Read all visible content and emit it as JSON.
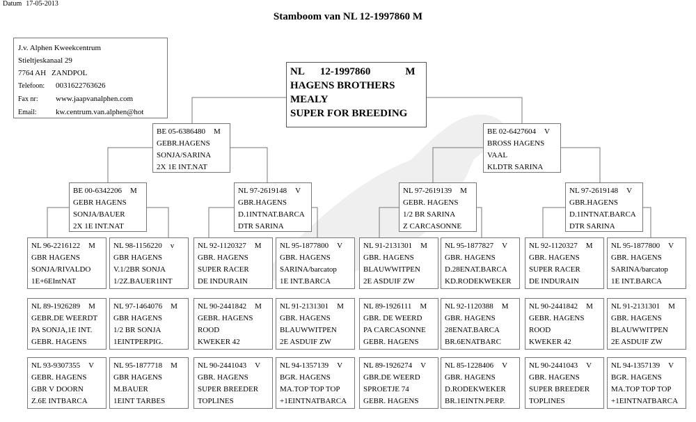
{
  "header": {
    "date_label": "Datum",
    "date": "17-05-2013"
  },
  "title": "Stamboom van NL 12-1997860 M",
  "breeder": {
    "name": "J.v. Alphen Kweekcentrum",
    "street": "Stieltjeskanaal 29",
    "postcode": "7764 AH",
    "city": "ZANDPOL",
    "phone_label": "Telefoon:",
    "phone": "0031622763626",
    "fax_label": "Fax nr:",
    "fax": "www.jaapvanalphen.com",
    "email_label": "Email:",
    "email": "kw.centrum.van.alphen@hot"
  },
  "main": {
    "country": "NL",
    "ring": "12-1997860",
    "sex": "M",
    "lines": [
      "HAGENS BROTHERS",
      "MEALY",
      "SUPER FOR BREEDING"
    ]
  },
  "gen1": [
    {
      "ring": "BE 05-6386480",
      "sex": "M",
      "lines": [
        "GEBR.HAGENS",
        "SONJA/SARINA",
        "2X 1E INT.NAT"
      ]
    },
    {
      "ring": "BE 02-6427604",
      "sex": "V",
      "lines": [
        "BROSS HAGENS",
        "VAAL",
        "KLDTR SARINA"
      ]
    }
  ],
  "gen2": [
    {
      "ring": "BE 00-6342206",
      "sex": "M",
      "lines": [
        "GEBR HAGENS",
        "SONJA/BAUER",
        "2X 1E INT.NAT"
      ]
    },
    {
      "ring": "NL 97-2619148",
      "sex": "V",
      "lines": [
        "GBR.HAGENS",
        "D.1INTNAT.BARCA",
        "DTR SARINA"
      ]
    },
    {
      "ring": "NL 97-2619139",
      "sex": "M",
      "lines": [
        "GEBR. HAGENS",
        "1/2 BR SARINA",
        "Z CARCASONNE"
      ]
    },
    {
      "ring": "NL 97-2619148",
      "sex": "V",
      "lines": [
        "GBR.HAGENS",
        "D.1INTNAT.BARCA",
        "DTR SARINA"
      ]
    }
  ],
  "gen3": [
    {
      "ring": "NL 96-2216122",
      "sex": "M",
      "lines": [
        "GBR HAGENS",
        "SONJA/RIVALDO",
        "1E+6EIntNAT"
      ]
    },
    {
      "ring": "NL 98-1156220",
      "sex": "v",
      "lines": [
        "GBR HAGENS",
        "V.1/2BR SONJA",
        "1/2Z.BAUER1INT"
      ]
    },
    {
      "ring": "NL 92-1120327",
      "sex": "M",
      "lines": [
        "GBR. HAGENS",
        "SUPER RACER",
        "DE INDURAIN"
      ]
    },
    {
      "ring": "NL 95-1877800",
      "sex": "V",
      "lines": [
        "GBR. HAGENS",
        "SARINA/barcatop",
        "1E INT.BARCA"
      ]
    },
    {
      "ring": "NL 91-2131301",
      "sex": "M",
      "lines": [
        "GBR. HAGENS",
        "BLAUWWITPEN",
        "2E ASDUIF ZW"
      ]
    },
    {
      "ring": "NL 95-1877827",
      "sex": "V",
      "lines": [
        "GBR. HAGENS",
        "D.28ENAT.BARCA",
        "KD.RODEKWEKER"
      ]
    },
    {
      "ring": "NL 92-1120327",
      "sex": "M",
      "lines": [
        "GBR. HAGENS",
        "SUPER RACER",
        "DE INDURAIN"
      ]
    },
    {
      "ring": "NL 95-1877800",
      "sex": "V",
      "lines": [
        "GBR. HAGENS",
        "SARINA/barcatop",
        "1E INT.BARCA"
      ]
    }
  ],
  "gen4": [
    {
      "ring": "NL 89-1926289",
      "sex": "M",
      "lines": [
        "GEBR.DE WEERDT",
        "PA SONJA,1E INT.",
        "GEBR. HAGENS"
      ]
    },
    {
      "ring": "NL 97-1464076",
      "sex": "M",
      "lines": [
        "GBR HAGENS",
        "1/2 BR SONJA",
        "1EINTPERPIG."
      ]
    },
    {
      "ring": "NL 90-2441842",
      "sex": "M",
      "lines": [
        "GEBR. HAGENS",
        "ROOD",
        "KWEKER 42"
      ]
    },
    {
      "ring": "NL 91-2131301",
      "sex": "M",
      "lines": [
        "GBR. HAGENS",
        "BLAUWWITPEN",
        "2E ASDUIF ZW"
      ]
    },
    {
      "ring": "NL 89-1926111",
      "sex": "M",
      "lines": [
        "GBR. DE WEERD",
        "PA CARCASONNE",
        "GEBR. HAGENS"
      ]
    },
    {
      "ring": "NL 92-1120388",
      "sex": "M",
      "lines": [
        "GBR. HAGENS",
        "28ENAT.BARCA",
        "BR.6ENATBARC"
      ]
    },
    {
      "ring": "NL 90-2441842",
      "sex": "M",
      "lines": [
        "GEBR. HAGENS",
        "ROOD",
        "KWEKER 42"
      ]
    },
    {
      "ring": "NL 91-2131301",
      "sex": "M",
      "lines": [
        "GBR. HAGENS",
        "BLAUWWITPEN",
        "2E ASDUIF ZW"
      ]
    }
  ],
  "gen5": [
    {
      "ring": "NL 93-9307355",
      "sex": "V",
      "lines": [
        "GEBR. HAGENS",
        "GBR V DOORN",
        "Z.6E INTBARCA"
      ]
    },
    {
      "ring": "NL 95-1877718",
      "sex": "M",
      "lines": [
        "GBR HAGENS",
        "M.BAUER",
        "1EINT TARBES"
      ]
    },
    {
      "ring": "NL 90-2441043",
      "sex": "V",
      "lines": [
        "GBR. HAGENS",
        "SUPER BREEDER",
        "TOPLINES"
      ]
    },
    {
      "ring": "NL 94-1357139",
      "sex": "V",
      "lines": [
        "BGR. HAGENS",
        "MA.TOP TOP TOP",
        "+1EINTNATBARCA"
      ]
    },
    {
      "ring": "NL 89-1926274",
      "sex": "V",
      "lines": [
        "GBR.DE WEERD",
        "SPROETJE 74",
        "GEBR. HAGENS"
      ]
    },
    {
      "ring": "NL 85-1228406",
      "sex": "V",
      "lines": [
        "GBR. HAGENS",
        "D.RODEKWEKER",
        "BR.1EINTN.PERP."
      ]
    },
    {
      "ring": "NL 90-2441043",
      "sex": "V",
      "lines": [
        "GBR. HAGENS",
        "SUPER BREEDER",
        "TOPLINES"
      ]
    },
    {
      "ring": "NL 94-1357139",
      "sex": "V",
      "lines": [
        "BGR. HAGENS",
        "MA.TOP TOP TOP",
        "+1EINTNATBARCA"
      ]
    }
  ]
}
